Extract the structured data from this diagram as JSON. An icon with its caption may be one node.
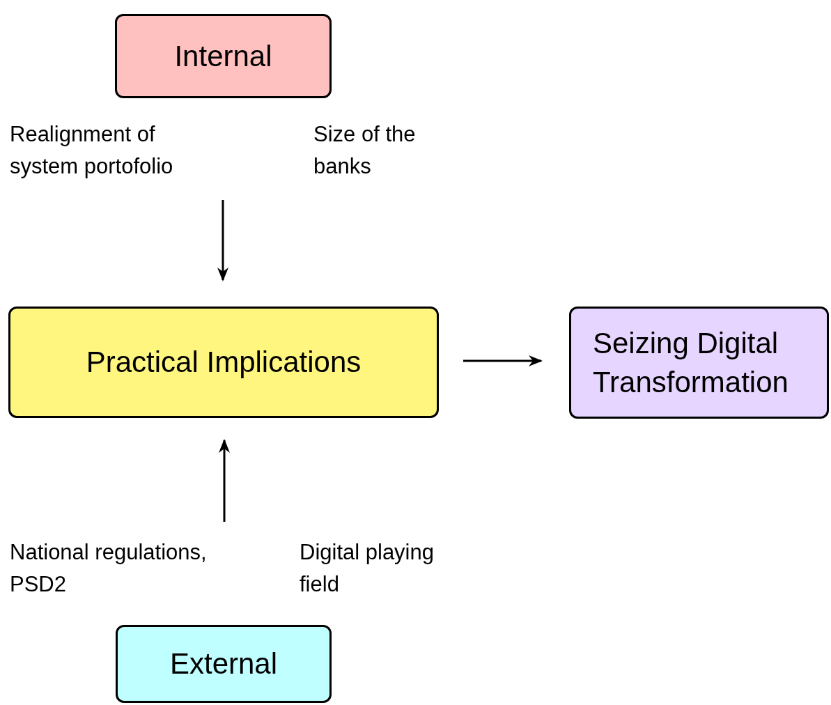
{
  "diagram": {
    "nodes": [
      {
        "text": [
          "Internal"
        ]
      },
      {
        "text": [
          "Practical Implications"
        ]
      },
      {
        "text": [
          "Seizing Digital Transformation"
        ]
      },
      {
        "text": [
          "External"
        ]
      }
    ],
    "edges": [
      {
        "from": null,
        "to": 1,
        "arrow": "to"
      },
      {
        "from": null,
        "to": 1,
        "arrow": "to"
      },
      {
        "from": 1,
        "to": 2,
        "arrow": "to"
      }
    ],
    "labels": [
      "Realignment of system portofolio",
      "Size of the banks",
      "National regulations, PSD2",
      "Digital playing field"
    ]
  }
}
